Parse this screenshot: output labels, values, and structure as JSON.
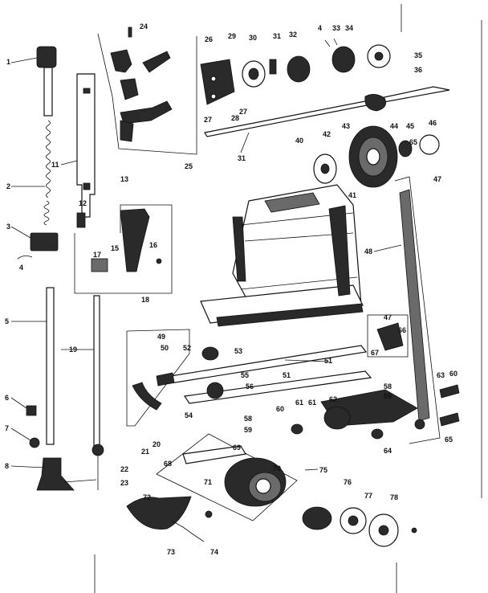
{
  "callouts": [
    {
      "id": "c1",
      "text": "1"
    },
    {
      "id": "c2",
      "text": "2"
    },
    {
      "id": "c3",
      "text": "3"
    },
    {
      "id": "c4",
      "text": "4"
    },
    {
      "id": "c5",
      "text": "5"
    },
    {
      "id": "c6",
      "text": "6"
    },
    {
      "id": "c7",
      "text": "7"
    },
    {
      "id": "c8",
      "text": "8"
    },
    {
      "id": "c11",
      "text": "11"
    },
    {
      "id": "c12",
      "text": "12"
    },
    {
      "id": "c13",
      "text": "13"
    },
    {
      "id": "c15",
      "text": "15"
    },
    {
      "id": "c16",
      "text": "16"
    },
    {
      "id": "c17",
      "text": "17"
    },
    {
      "id": "c18",
      "text": "18"
    },
    {
      "id": "c19",
      "text": "19"
    },
    {
      "id": "c20",
      "text": "20"
    },
    {
      "id": "c21",
      "text": "21"
    },
    {
      "id": "c22",
      "text": "22"
    },
    {
      "id": "c23",
      "text": "23"
    },
    {
      "id": "c24",
      "text": "24"
    },
    {
      "id": "c25",
      "text": "25"
    },
    {
      "id": "c26",
      "text": "26"
    },
    {
      "id": "c27",
      "text": "27"
    },
    {
      "id": "c27b",
      "text": "27"
    },
    {
      "id": "c28",
      "text": "28"
    },
    {
      "id": "c29",
      "text": "29"
    },
    {
      "id": "c30",
      "text": "30"
    },
    {
      "id": "c31",
      "text": "31"
    },
    {
      "id": "c31b",
      "text": "31"
    },
    {
      "id": "c32",
      "text": "32"
    },
    {
      "id": "c4b",
      "text": "4"
    },
    {
      "id": "c33",
      "text": "33"
    },
    {
      "id": "c34",
      "text": "34"
    },
    {
      "id": "c35",
      "text": "35"
    },
    {
      "id": "c36",
      "text": "36"
    },
    {
      "id": "c40",
      "text": "40"
    },
    {
      "id": "c41",
      "text": "41"
    },
    {
      "id": "c42",
      "text": "42"
    },
    {
      "id": "c43",
      "text": "43"
    },
    {
      "id": "c44",
      "text": "44"
    },
    {
      "id": "c45",
      "text": "45"
    },
    {
      "id": "c46",
      "text": "46"
    },
    {
      "id": "c47",
      "text": "47"
    },
    {
      "id": "c47b",
      "text": "47"
    },
    {
      "id": "c48",
      "text": "48"
    },
    {
      "id": "c49",
      "text": "49"
    },
    {
      "id": "c50",
      "text": "50"
    },
    {
      "id": "c51",
      "text": "51"
    },
    {
      "id": "c51b",
      "text": "51"
    },
    {
      "id": "c52",
      "text": "52"
    },
    {
      "id": "c53",
      "text": "53"
    },
    {
      "id": "c54",
      "text": "54"
    },
    {
      "id": "c55",
      "text": "55"
    },
    {
      "id": "c56",
      "text": "56"
    },
    {
      "id": "c58",
      "text": "58"
    },
    {
      "id": "c58b",
      "text": "58"
    },
    {
      "id": "c59",
      "text": "59"
    },
    {
      "id": "c59b",
      "text": "59"
    },
    {
      "id": "c60",
      "text": "60"
    },
    {
      "id": "c61",
      "text": "61"
    },
    {
      "id": "c62",
      "text": "62"
    },
    {
      "id": "c63",
      "text": "63"
    },
    {
      "id": "c64",
      "text": "64"
    },
    {
      "id": "c65",
      "text": "65"
    },
    {
      "id": "c65b",
      "text": "65"
    },
    {
      "id": "c66",
      "text": "66"
    },
    {
      "id": "c67",
      "text": "67"
    },
    {
      "id": "c68",
      "text": "68"
    },
    {
      "id": "c69",
      "text": "69"
    },
    {
      "id": "c70",
      "text": "70"
    },
    {
      "id": "c71",
      "text": "71"
    },
    {
      "id": "c72",
      "text": "72"
    },
    {
      "id": "c73",
      "text": "73"
    },
    {
      "id": "c74",
      "text": "74"
    },
    {
      "id": "c75",
      "text": "75"
    },
    {
      "id": "c76",
      "text": "76"
    },
    {
      "id": "c77",
      "text": "77"
    },
    {
      "id": "c78",
      "text": "78"
    },
    {
      "id": "c60b",
      "text": "60"
    },
    {
      "id": "c61b",
      "text": "61"
    }
  ]
}
